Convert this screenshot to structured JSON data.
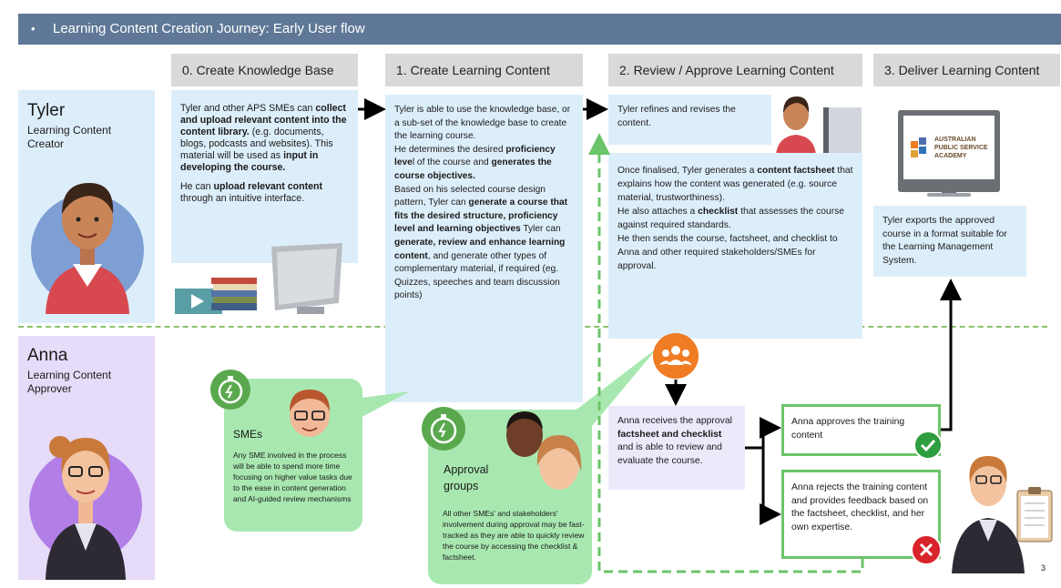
{
  "title": "Learning Content Creation Journey: Early User flow",
  "stages": [
    "0. Create Knowledge Base",
    "1. Create Learning Content",
    "2. Review / Approve Learning Content",
    "3. Deliver Learning Content"
  ],
  "personas": {
    "tyler": {
      "name": "Tyler",
      "role": "Learning Content Creator"
    },
    "anna": {
      "name": "Anna",
      "role": "Learning Content Approver"
    }
  },
  "stage0": {
    "t1": "Tyler and other APS SMEs can ",
    "b1": "collect and upload relevant content into the content library.",
    "t2": " (e.g. documents, blogs, podcasts and websites). This material will be used as ",
    "b2": "input in developing the course.",
    "t3": "He can ",
    "b3": "upload relevant content",
    "t4": " through an intuitive interface."
  },
  "stage1": {
    "t1": "Tyler is able to use the knowledge base, or a sub-set of the knowledge base to create the learning course.",
    "t2": "He determines the desired ",
    "b1": "proficiency leve",
    "t3": "l of the course and ",
    "b2": "generates the course objectives.",
    "t4": "Based on his selected course design pattern, Tyler can ",
    "b3": "generate a course that fits the desired structure, proficiency level and learning objectives",
    "t5": " Tyler can ",
    "b4": "generate, review and enhance learning content",
    "t6": ", and generate other types of complementary material, if required (eg. Quizzes, speeches and team discussion points)"
  },
  "stage2": {
    "refine": "Tyler refines and revises the content.",
    "t1": "Once finalised, Tyler generates a ",
    "b1": "content factsheet",
    "t2": " that explains how the content was generated (e.g. source material, trustworthiness).",
    "t3": "He also attaches a ",
    "b2": "checklist",
    "t4": " that assesses the course against required standards.",
    "t5": "He then sends the course, factsheet, and checklist to Anna and other required stakeholders/SMEs for approval."
  },
  "stage3": {
    "text": "Tyler exports the approved course in a format suitable for the Learning Management System.",
    "logo_lines": [
      "AUSTRALIAN",
      "PUBLIC SERVICE",
      "ACADEMY"
    ]
  },
  "anna_receives": {
    "t1": "Anna receives the approval ",
    "b1": "factsheet and checklist",
    "t2": " and is able to review and evaluate the course."
  },
  "approve": "Anna approves the training content",
  "reject": "Anna rejects the training content and provides feedback based on the factsheet, checklist, and her own expertise.",
  "smes": {
    "title": "SMEs",
    "text": "Any SME involved in the process will be able to spend more time focusing on higher value tasks due to the ease in content generation and AI-guided review mechanisms"
  },
  "approval_groups": {
    "title": "Approval groups",
    "text": "All other SMEs' and stakeholders' involvement during approval may be fast-tracked as they are able to quickly review the course by accessing the checklist & factsheet."
  },
  "page_number": "3",
  "colors": {
    "title_bar": "#5f7897",
    "stage_header": "#d9d9d9",
    "blue_box": "#ddeefb",
    "lavender_box": "#ece9fb",
    "green_border": "#6cc46a",
    "bubble_green": "#a8e8b0",
    "orange_icon": "#f07c24",
    "approve_green": "#2e9e3f",
    "reject_red": "#d9232a"
  },
  "icons": [
    "stopwatch-icon",
    "group-icon",
    "check-icon",
    "cross-icon",
    "video-icon",
    "books-icon",
    "monitor-icon",
    "clipboard-icon"
  ]
}
